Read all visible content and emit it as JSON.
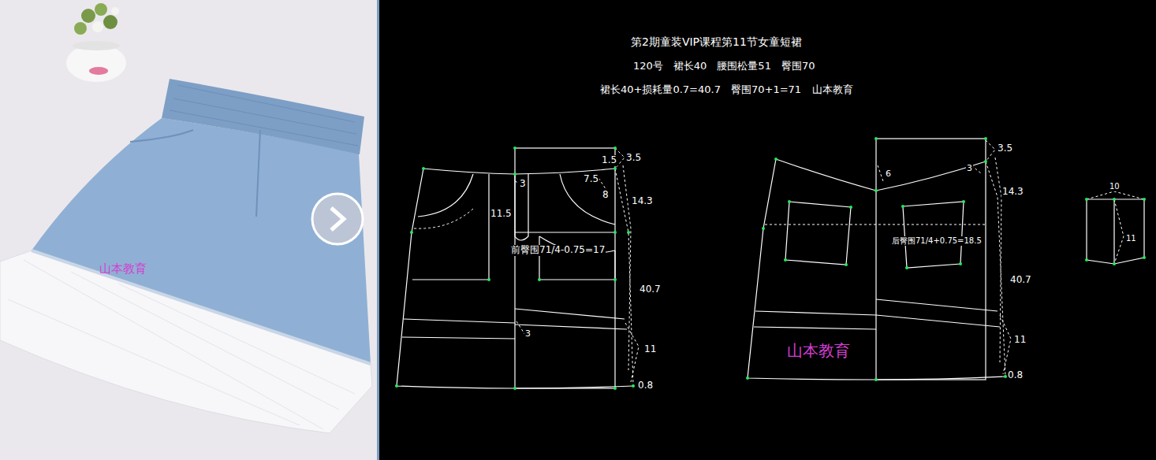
{
  "diagram": {
    "title": "第2期童装VIP课程第11节女童短裙",
    "labels": [
      "120号　裙长40　腰围松量51　臀围70",
      "裙长40+损耗量0.7=40.7　臀围70+1=71",
      "山本教育",
      "1.5",
      "3.5",
      "3",
      "7.5",
      "8",
      "14.3",
      "11.5",
      "前臀围71/4-0.75=17",
      "40.7",
      "3",
      "11",
      "0.8",
      "6",
      "3",
      "3.5",
      "14.3",
      "后臀围71/4+0.75=18.5",
      "40.7",
      "11",
      "0.8",
      "山本教育",
      "10",
      "11",
      "山本教育"
    ]
  }
}
